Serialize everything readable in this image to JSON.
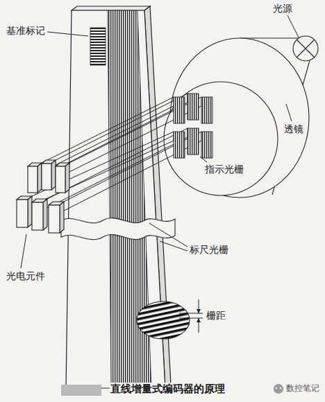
{
  "diagram": {
    "caption": "直线增量式编码器的原理",
    "labels": [
      "基准标记",
      "光源",
      "透镜",
      "指示光栅",
      "标尺光栅",
      "光电元件",
      "栅距",
      "数控笔记"
    ]
  }
}
